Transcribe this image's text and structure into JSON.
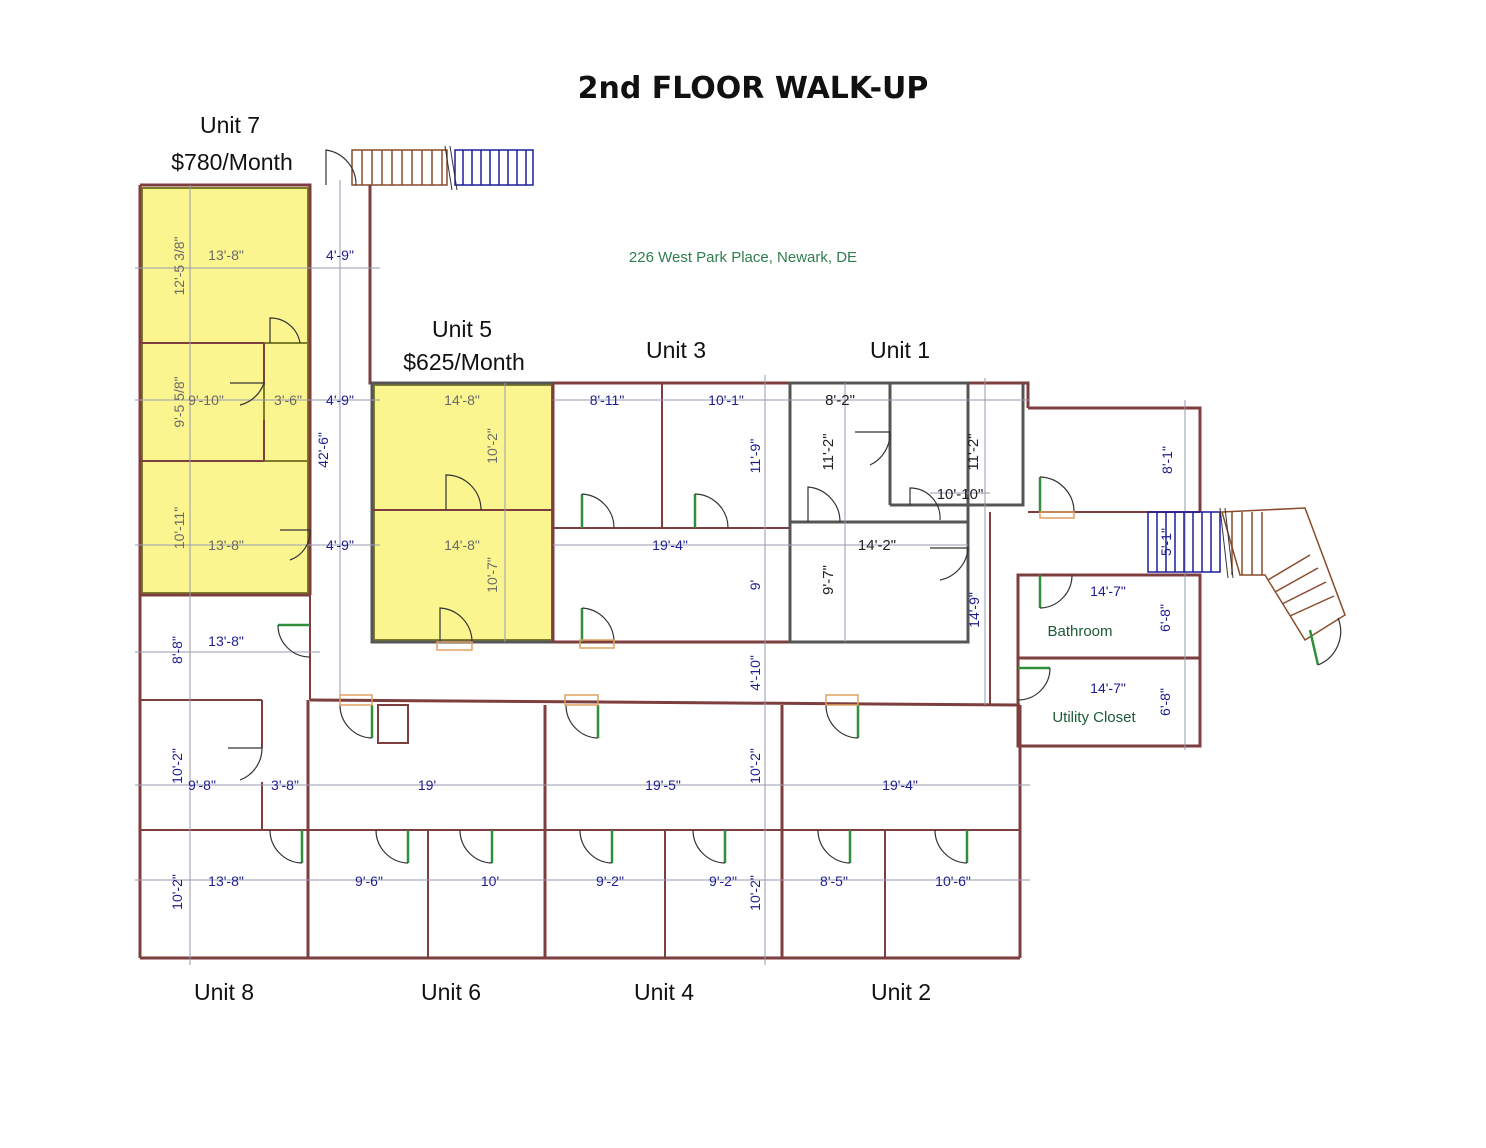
{
  "title": "2nd FLOOR WALK-UP",
  "address": "226 West Park Place, Newark, DE",
  "units": {
    "unit7": {
      "name": "Unit 7",
      "price": "$780/Month"
    },
    "unit5": {
      "name": "Unit 5",
      "price": "$625/Month"
    },
    "unit3": {
      "name": "Unit 3"
    },
    "unit1": {
      "name": "Unit 1"
    },
    "unit8": {
      "name": "Unit 8"
    },
    "unit6": {
      "name": "Unit 6"
    },
    "unit4": {
      "name": "Unit 4"
    },
    "unit2": {
      "name": "Unit 2"
    }
  },
  "rooms": {
    "bathroom": "Bathroom",
    "utility_closet": "Utility Closet"
  },
  "dimensions": {
    "u7_top_w": "13'-8\"",
    "u7_top_h": "12'-5 3/8\"",
    "u7_mid_w": "9'-10\"",
    "u7_mid_h": "9'-5 5/8\"",
    "u7_closet_w": "3'-6\"",
    "u7_bot_w": "13'-8\"",
    "u7_bot_h": "10'-11\"",
    "hall_top": "4'-9\"",
    "hall_mid": "4'-9\"",
    "hall_bot": "4'-9\"",
    "hall_len": "42'-6\"",
    "u5_top_w": "14'-8\"",
    "u5_top_h": "10'-2\"",
    "u5_bot_w": "14'-8\"",
    "u5_bot_h": "10'-7\"",
    "u3_a_w": "8'-11\"",
    "u3_b_w": "10'-1\"",
    "u3_b_h": "11'-9\"",
    "u3_c_w": "19'-4\"",
    "u3_c_h": "9'",
    "u1_a_w": "8'-2\"",
    "u1_a_h": "11'-2\"",
    "u1_b_h": "11'-2\"",
    "u1_b_w": "10'-10\"",
    "u1_c_w": "14'-2\"",
    "u1_c_h": "9'-7\"",
    "u1_corr": "14'-9\"",
    "east_room_h": "8'-1\"",
    "stair_w": "5'-1\"",
    "bath_w": "14'-7\"",
    "bath_h": "6'-8\"",
    "util_w": "14'-7\"",
    "util_h": "6'-8\"",
    "corridor_h": "4'-10\"",
    "u8_a_w": "13'-8\"",
    "u8_a_h": "8'-8\"",
    "u8_b_w": "9'-8\"",
    "u8_b_h": "10'-2\"",
    "u8_closet_w": "3'-8\"",
    "u8_c_w": "13'-8\"",
    "u8_c_h": "10'-2\"",
    "u6_a_w": "19'",
    "u6_b_w": "9'-6\"",
    "u6_c_w": "10'",
    "u4_a_w": "19'-5\"",
    "u4_a_h": "10'-2\"",
    "u4_b_w": "9'-2\"",
    "u4_c_w": "9'-2\"",
    "u4_c_h": "10'-2\"",
    "u2_a_w": "19'-4\"",
    "u2_b_w": "8'-5\"",
    "u2_c_w": "10'-6\""
  }
}
